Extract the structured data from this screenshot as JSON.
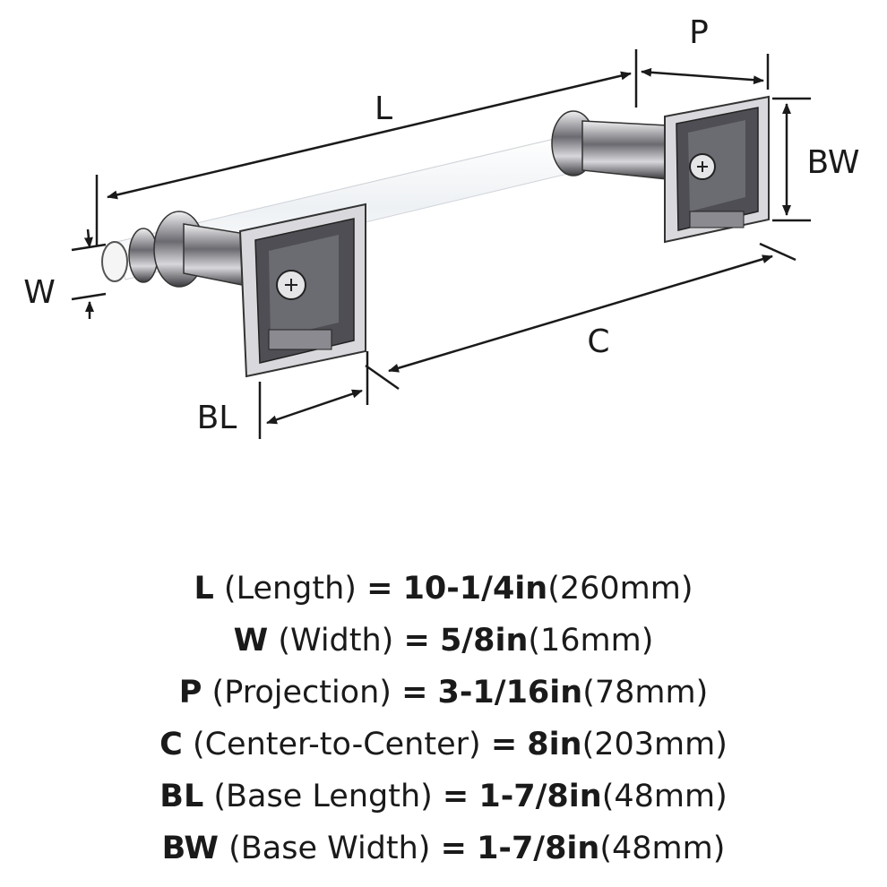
{
  "diagram": {
    "labels": {
      "L": "L",
      "P": "P",
      "BW": "BW",
      "W": "W",
      "C": "C",
      "BL": "BL"
    },
    "colors": {
      "line": "#1a1a1a",
      "chrome_dark": "#4a4a4e",
      "chrome_mid": "#8a8a90",
      "chrome_light": "#e6e6ea",
      "acrylic": "#f4f6f8"
    }
  },
  "specs": [
    {
      "code": "L",
      "name": "(Length)",
      "eq": "=",
      "imperial": "10-1/4in",
      "metric": "(260mm)"
    },
    {
      "code": "W",
      "name": "(Width)",
      "eq": "=",
      "imperial": "5/8in",
      "metric": "(16mm)"
    },
    {
      "code": "P",
      "name": "(Projection)",
      "eq": "=",
      "imperial": "3-1/16in",
      "metric": "(78mm)"
    },
    {
      "code": "C",
      "name": "(Center-to-Center)",
      "eq": "=",
      "imperial": "8in",
      "metric": "(203mm)"
    },
    {
      "code": "BL",
      "name": "(Base Length)",
      "eq": "=",
      "imperial": "1-7/8in",
      "metric": "(48mm)"
    },
    {
      "code": "BW",
      "name": "(Base Width)",
      "eq": "=",
      "imperial": "1-7/8in",
      "metric": "(48mm)"
    }
  ]
}
